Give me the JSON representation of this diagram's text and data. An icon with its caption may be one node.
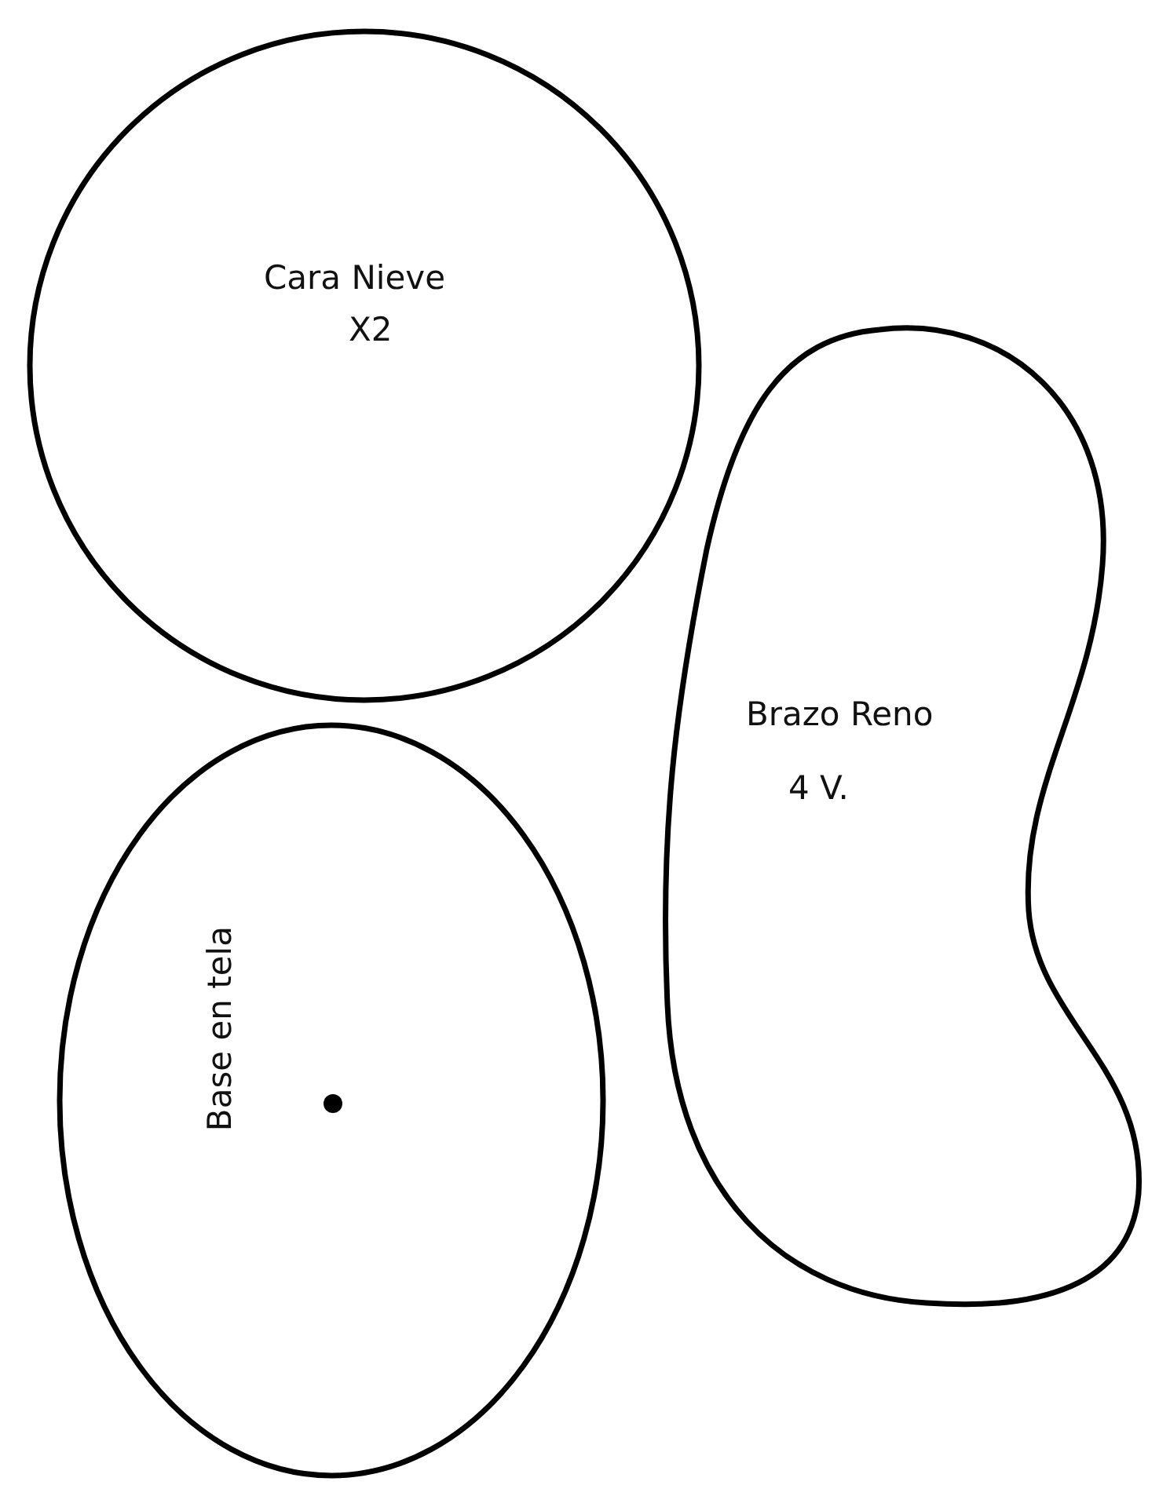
{
  "diagram": {
    "nodes": [
      {
        "text": [
          "Cara Nieve",
          "X2"
        ]
      },
      {
        "text": [
          "Base en tela"
        ]
      },
      {
        "text": [
          "Brazo Reno",
          "4 V."
        ]
      }
    ]
  }
}
